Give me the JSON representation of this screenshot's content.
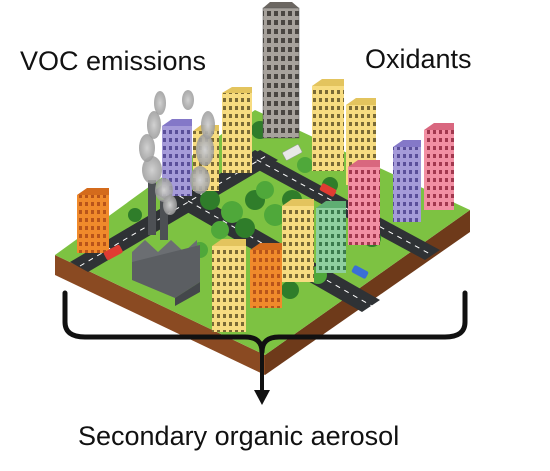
{
  "labels": {
    "voc_emissions": "VOC emissions",
    "oxidants": "Oxidants",
    "secondary_organic_aerosol": "Secondary organic aerosol"
  },
  "colors": {
    "ground_top": "#7dc242",
    "ground_side_left": "#8a4a22",
    "ground_side_right": "#6e3a1a",
    "road": "#2f3235",
    "road_marking": "#ffffff",
    "tree_dark": "#2f7d2a",
    "tree_light": "#4fa83a",
    "smoke": "#b9b9b9",
    "factory": "#5b5e62",
    "bracket": "#111111"
  },
  "building_palette": [
    "orange",
    "yellow",
    "purple",
    "pink",
    "green",
    "gray-tower"
  ]
}
